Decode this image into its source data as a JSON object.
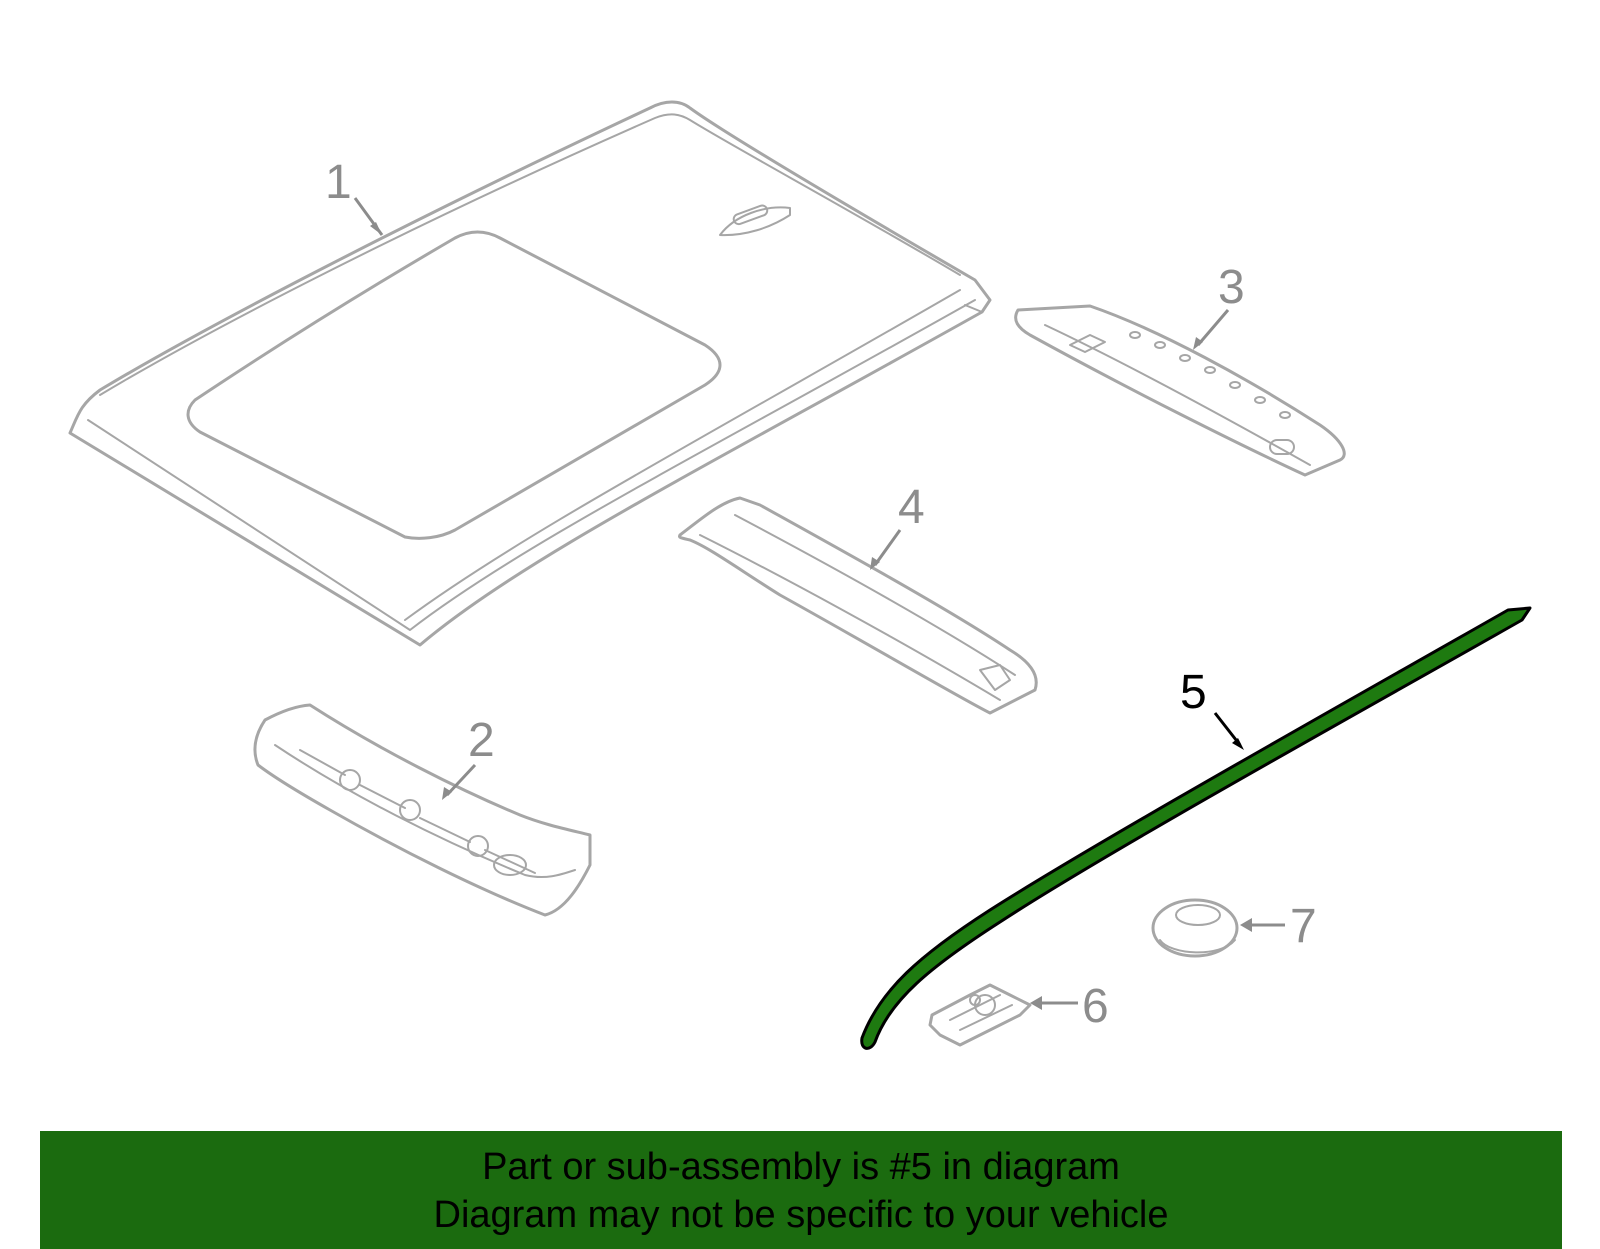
{
  "colors": {
    "part_outline": "#a6a6a6",
    "callout_text": "#8c8c8c",
    "highlight_fill": "#1e7a10",
    "highlight_stroke": "#000000",
    "banner_background": "#1b6b0f"
  },
  "highlighted_part": "5",
  "callouts": [
    {
      "id": "1",
      "label": "1"
    },
    {
      "id": "2",
      "label": "2"
    },
    {
      "id": "3",
      "label": "3"
    },
    {
      "id": "4",
      "label": "4"
    },
    {
      "id": "5",
      "label": "5"
    },
    {
      "id": "6",
      "label": "6"
    },
    {
      "id": "7",
      "label": "7"
    }
  ],
  "footer": {
    "line1": "Part or sub-assembly is #5 in diagram",
    "line2": "Diagram may not be specific to your vehicle"
  }
}
